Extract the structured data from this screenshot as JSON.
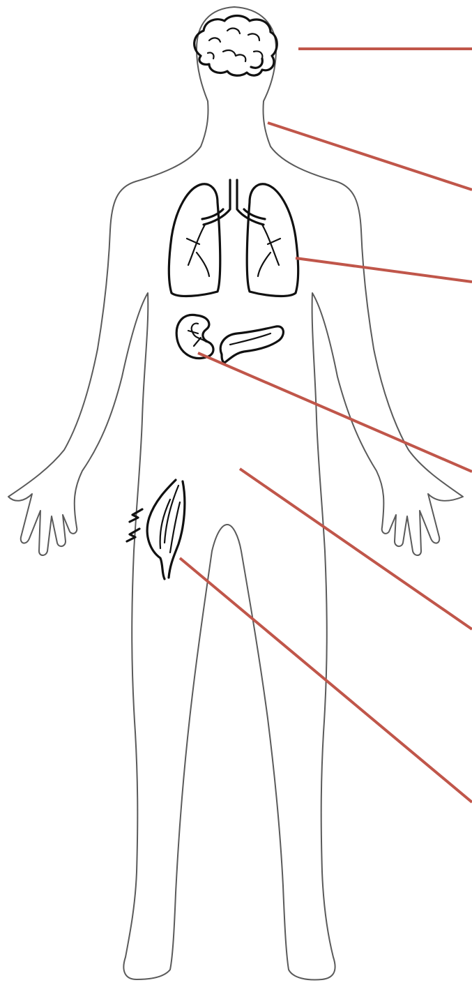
{
  "colors": {
    "background": "#ffffff",
    "body_outline": "#5a5a5a",
    "organ_icon": "#111111",
    "leader_line": "#c0564a"
  },
  "figure": {
    "subject": "human-body-outline",
    "icons": [
      "brain-icon",
      "lungs-icon",
      "kidney-icon",
      "pancreas-icon",
      "muscle-icon"
    ],
    "leader_lines": [
      {
        "name": "brain-leader-line",
        "target": "brain"
      },
      {
        "name": "neck-leader-line",
        "target": "neck"
      },
      {
        "name": "lungs-leader-line",
        "target": "lungs"
      },
      {
        "name": "kidney-leader-line",
        "target": "kidney"
      },
      {
        "name": "abdomen-leader-line",
        "target": "lower-abdomen"
      },
      {
        "name": "muscle-leader-line",
        "target": "thigh-muscle"
      }
    ]
  }
}
